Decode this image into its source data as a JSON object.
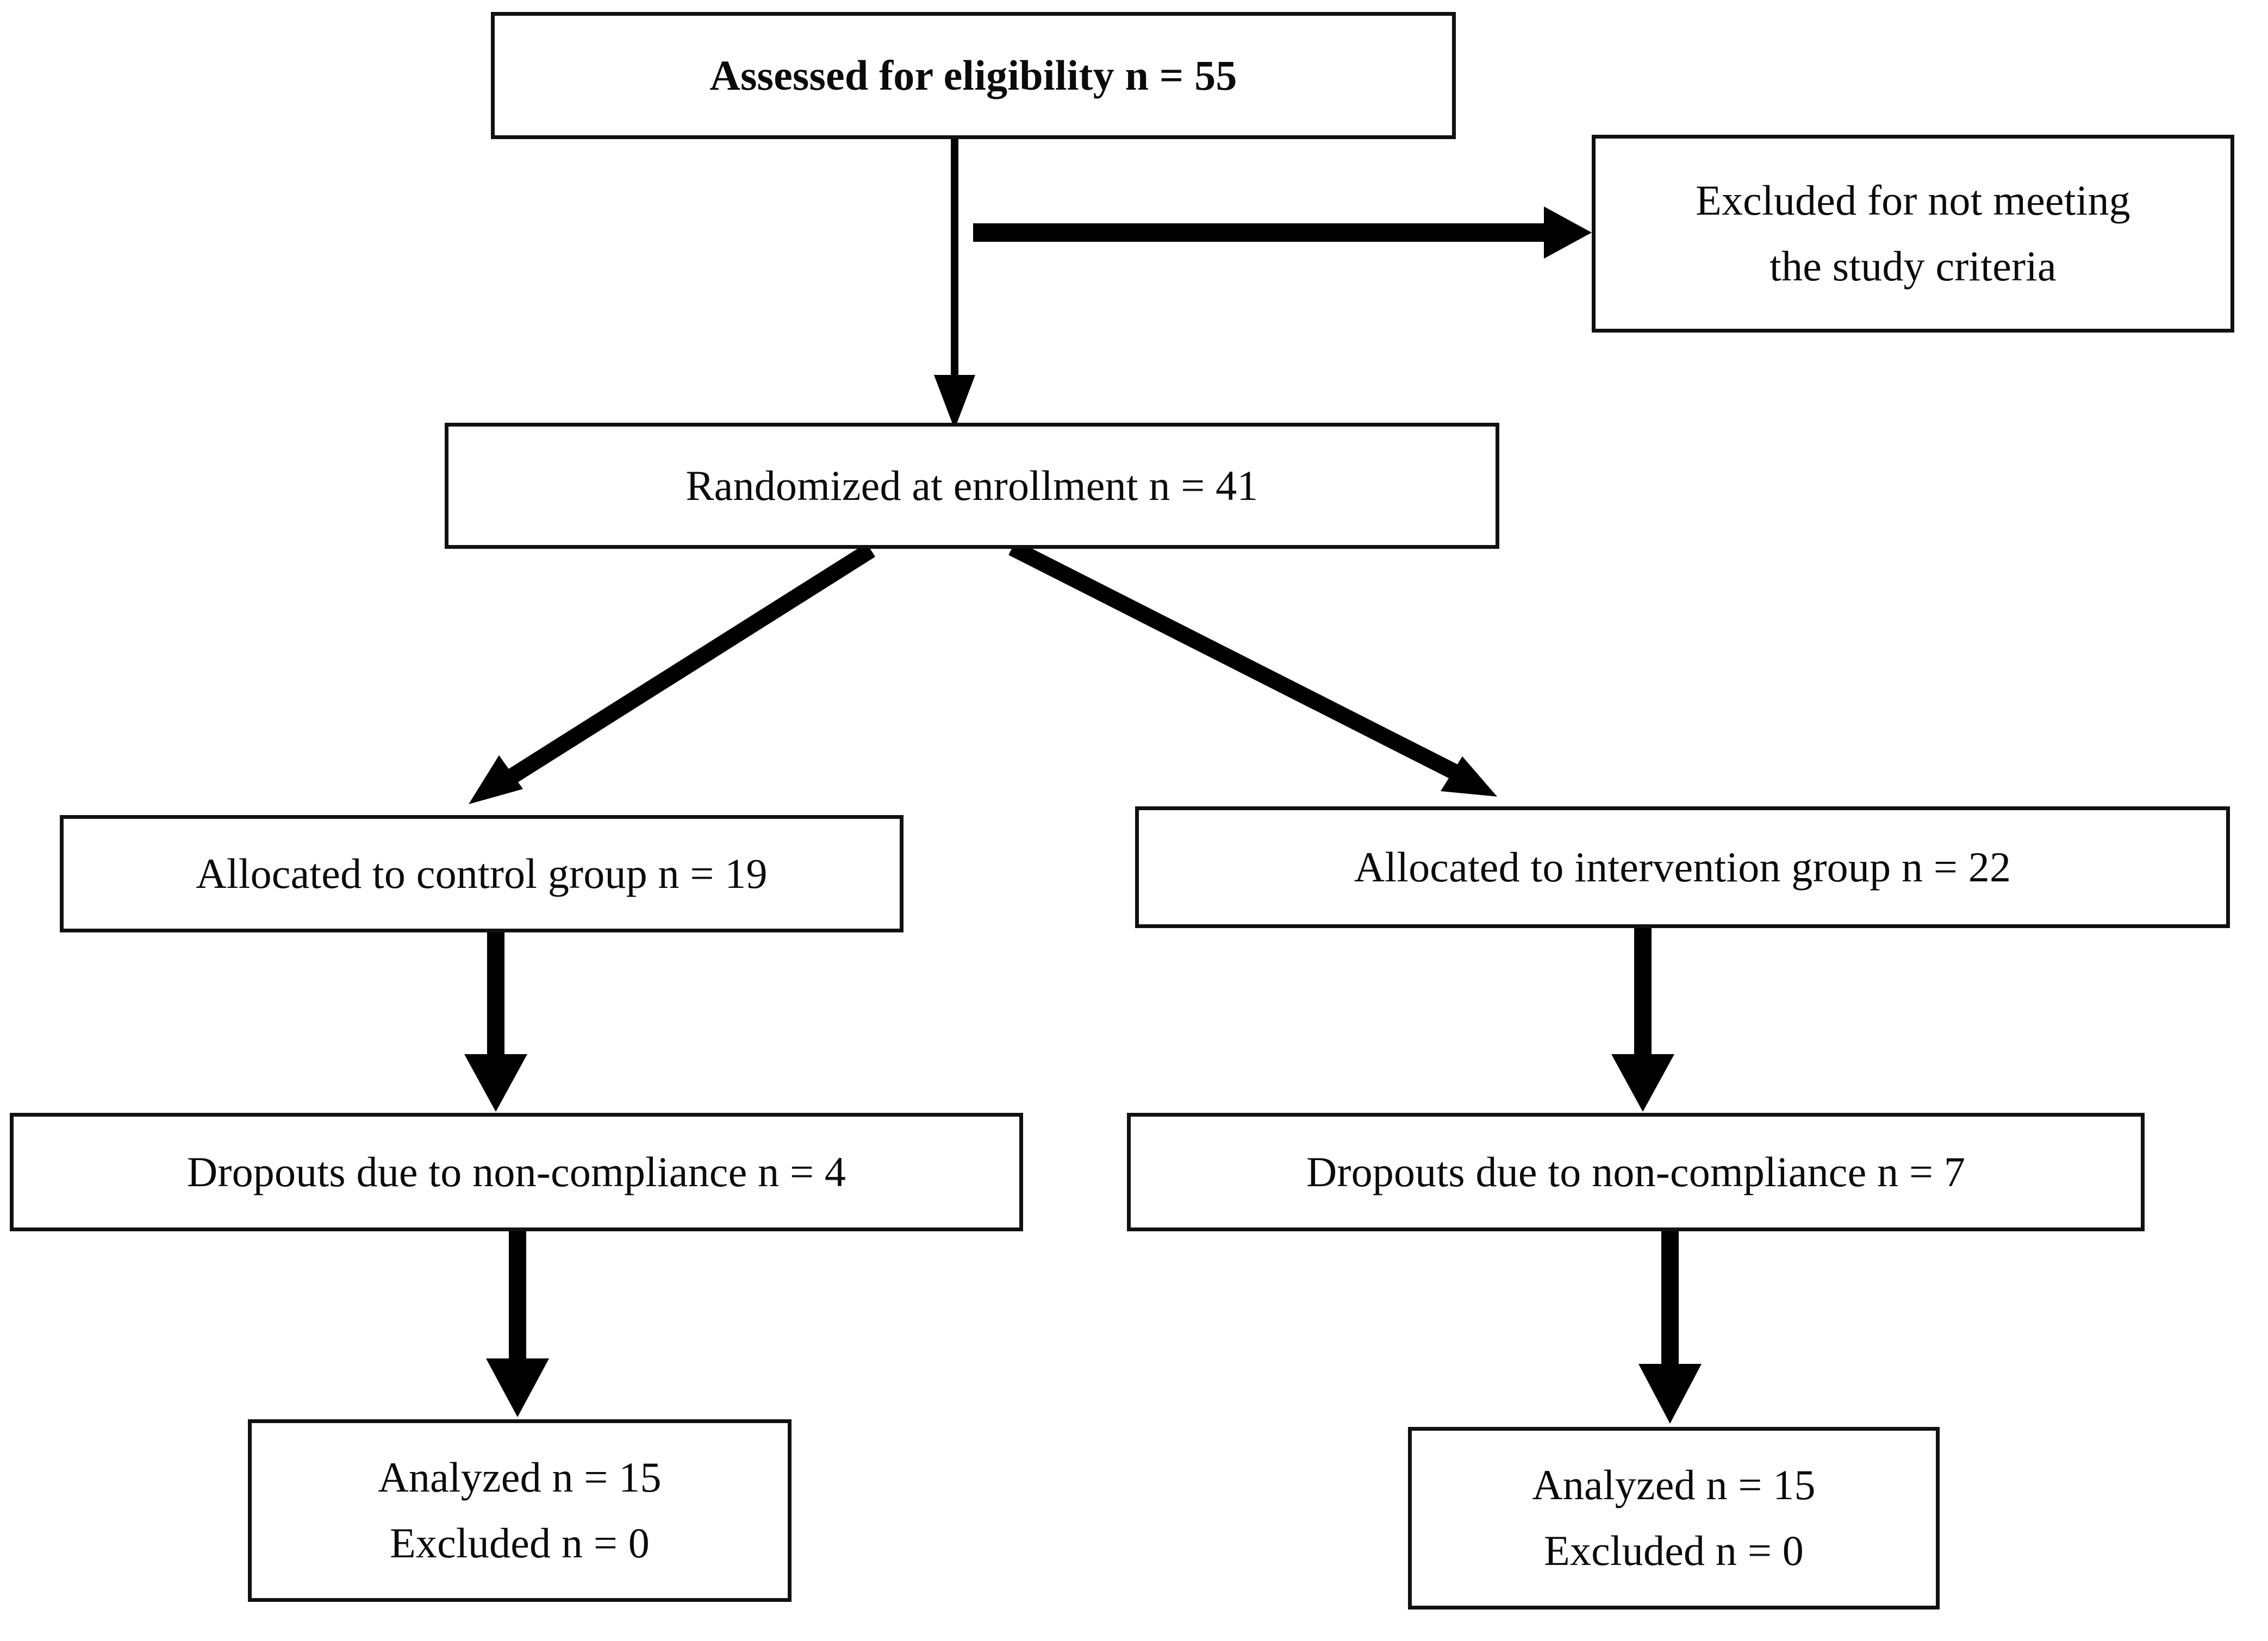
{
  "diagram": {
    "type": "consort-participant-flow-diagram",
    "orientation": "top-down",
    "nodes": {
      "assessed": {
        "label": "Assessed for eligibility n = 55",
        "n": 55,
        "emphasis": "bold"
      },
      "excluded": {
        "line1": "Excluded for not meeting",
        "line2": "the study criteria",
        "emphasis": "regular"
      },
      "randomized": {
        "label": "Randomized at enrollment n = 41",
        "n": 41,
        "emphasis": "regular"
      },
      "allocated_control": {
        "label": "Allocated to control group n = 19",
        "n": 19,
        "emphasis": "regular"
      },
      "allocated_intervention": {
        "label": "Allocated to intervention group n = 22",
        "n": 22,
        "emphasis": "regular"
      },
      "dropouts_control": {
        "label": "Dropouts due to non-compliance n = 4",
        "n": 4,
        "emphasis": "regular"
      },
      "dropouts_intervention": {
        "label": "Dropouts due to non-compliance n = 7",
        "n": 7,
        "emphasis": "regular"
      },
      "analyzed_control": {
        "line1": "Analyzed n = 15",
        "line2": "Excluded n = 0",
        "analyzed_n": 15,
        "excluded_n": 0,
        "emphasis": "regular"
      },
      "analyzed_intervention": {
        "line1": "Analyzed n = 15",
        "line2": "Excluded n = 0",
        "analyzed_n": 15,
        "excluded_n": 0,
        "emphasis": "regular"
      }
    },
    "edges": [
      {
        "from": "assessed",
        "to": "randomized",
        "style": "vertical-arrow"
      },
      {
        "from": "assessed",
        "to": "excluded",
        "style": "horizontal-branch-arrow"
      },
      {
        "from": "randomized",
        "to": "allocated_control",
        "style": "diagonal-arrow-left"
      },
      {
        "from": "randomized",
        "to": "allocated_intervention",
        "style": "diagonal-arrow-right"
      },
      {
        "from": "allocated_control",
        "to": "dropouts_control",
        "style": "vertical-arrow"
      },
      {
        "from": "allocated_intervention",
        "to": "dropouts_intervention",
        "style": "vertical-arrow"
      },
      {
        "from": "dropouts_control",
        "to": "analyzed_control",
        "style": "vertical-arrow"
      },
      {
        "from": "dropouts_intervention",
        "to": "analyzed_intervention",
        "style": "vertical-arrow"
      }
    ],
    "colors": {
      "background": "#ffffff",
      "box_border": "#111111",
      "text": "#0b0b0b",
      "arrow": "#000000"
    }
  }
}
